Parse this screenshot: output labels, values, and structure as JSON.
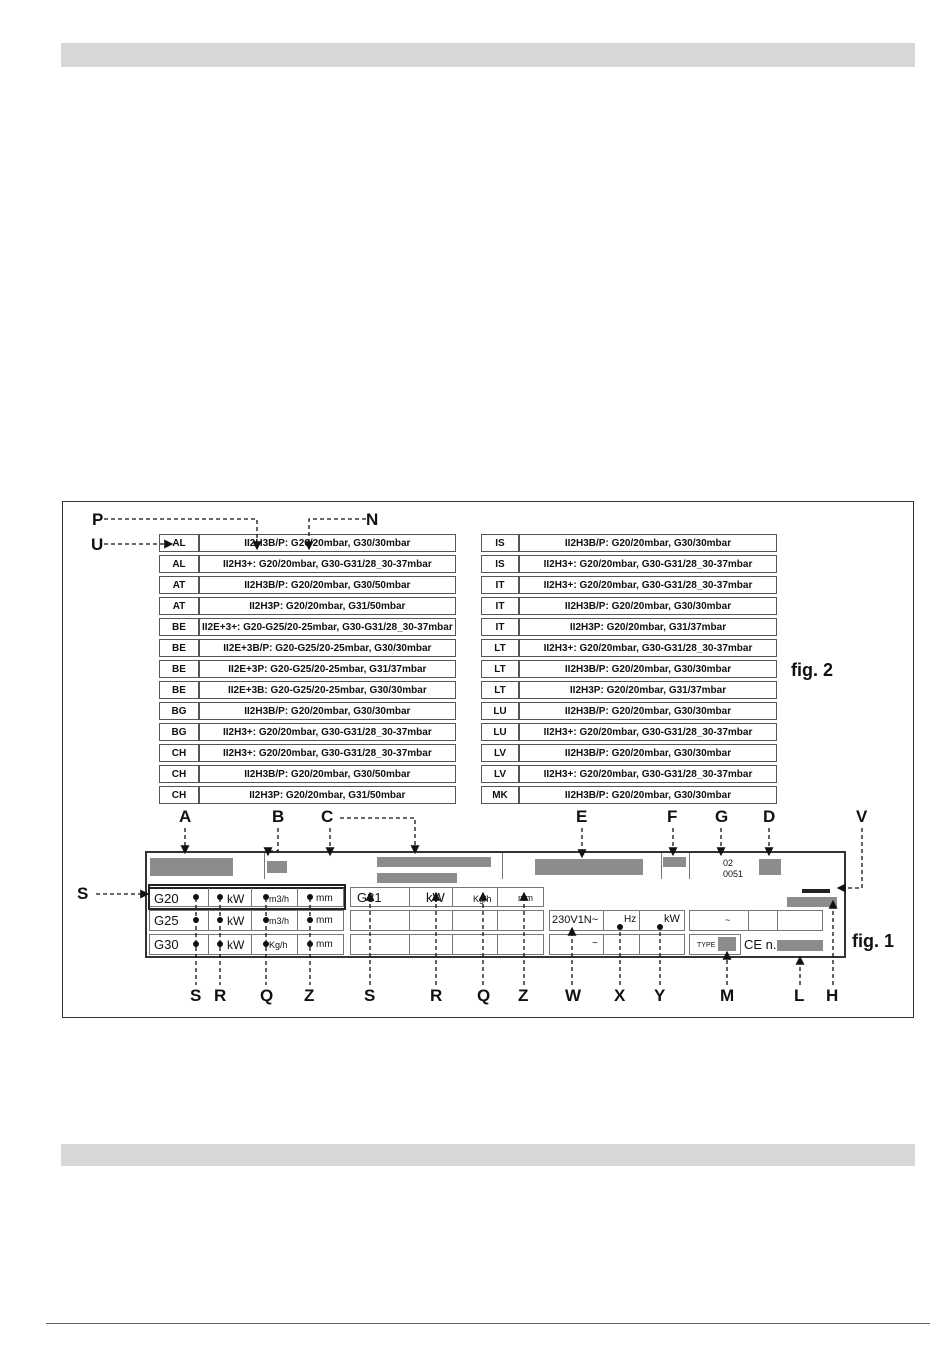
{
  "fig2": {
    "label": "fig. 2",
    "letters": {
      "P": "P",
      "N": "N",
      "U": "U"
    },
    "left_rows": [
      {
        "country": "AL",
        "gas": "II2H3B/P: G20/20mbar, G30/30mbar"
      },
      {
        "country": "AL",
        "gas": "II2H3+: G20/20mbar, G30-G31/28_30-37mbar"
      },
      {
        "country": "AT",
        "gas": "II2H3B/P: G20/20mbar, G30/50mbar"
      },
      {
        "country": "AT",
        "gas": "II2H3P:  G20/20mbar, G31/50mbar"
      },
      {
        "country": "BE",
        "gas": "II2E+3+: G20-G25/20-25mbar, G30-G31/28_30-37mbar"
      },
      {
        "country": "BE",
        "gas": "II2E+3B/P:  G20-G25/20-25mbar, G30/30mbar"
      },
      {
        "country": "BE",
        "gas": "II2E+3P: G20-G25/20-25mbar, G31/37mbar"
      },
      {
        "country": "BE",
        "gas": "II2E+3B: G20-G25/20-25mbar, G30/30mbar"
      },
      {
        "country": "BG",
        "gas": "II2H3B/P: G20/20mbar, G30/30mbar"
      },
      {
        "country": "BG",
        "gas": "II2H3+: G20/20mbar, G30-G31/28_30-37mbar"
      },
      {
        "country": "CH",
        "gas": "II2H3+: G20/20mbar, G30-G31/28_30-37mbar"
      },
      {
        "country": "CH",
        "gas": "II2H3B/P: G20/20mbar, G30/50mbar"
      },
      {
        "country": "CH",
        "gas": "II2H3P: G20/20mbar, G31/50mbar"
      }
    ],
    "right_rows": [
      {
        "country": "IS",
        "gas": "II2H3B/P: G20/20mbar, G30/30mbar"
      },
      {
        "country": "IS",
        "gas": "II2H3+: G20/20mbar, G30-G31/28_30-37mbar"
      },
      {
        "country": "IT",
        "gas": "II2H3+: G20/20mbar, G30-G31/28_30-37mbar"
      },
      {
        "country": "IT",
        "gas": "II2H3B/P: G20/20mbar, G30/30mbar"
      },
      {
        "country": "IT",
        "gas": "II2H3P: G20/20mbar, G31/37mbar"
      },
      {
        "country": "LT",
        "gas": "II2H3+: G20/20mbar, G30-G31/28_30-37mbar"
      },
      {
        "country": "LT",
        "gas": "II2H3B/P: G20/20mbar, G30/30mbar"
      },
      {
        "country": "LT",
        "gas": "II2H3P: G20/20mbar, G31/37mbar"
      },
      {
        "country": "LU",
        "gas": "II2H3B/P: G20/20mbar, G30/30mbar"
      },
      {
        "country": "LU",
        "gas": "II2H3+: G20/20mbar, G30-G31/28_30-37mbar"
      },
      {
        "country": "LV",
        "gas": "II2H3B/P: G20/20mbar, G30/30mbar"
      },
      {
        "country": "LV",
        "gas": "II2H3+: G20/20mbar, G30-G31/28_30-37mbar"
      },
      {
        "country": "MK",
        "gas": "II2H3B/P: G20/20mbar, G30/30mbar"
      }
    ]
  },
  "fig1": {
    "label": "fig. 1",
    "top_letters": [
      "A",
      "B",
      "C",
      "E",
      "F",
      "G",
      "D",
      "V"
    ],
    "left_letter": "S",
    "bottom_letters": [
      "S",
      "R",
      "Q",
      "Z",
      "S",
      "R",
      "Q",
      "Z",
      "W",
      "X",
      "Y",
      "M",
      "L",
      "H"
    ],
    "g_value_1": "02",
    "g_value_2": "0051",
    "rows": [
      {
        "gas": "G20",
        "power": "kW",
        "flow": "m3/h",
        "pressure": "mm"
      },
      {
        "gas": "G25",
        "power": "kW",
        "flow": "m3/h",
        "pressure": "mm"
      },
      {
        "gas": "G30",
        "power": "kW",
        "flow": "Kg/h",
        "pressure": "mm"
      }
    ],
    "g31": {
      "gas": "G31",
      "power": "kW",
      "flow": "Kg/h",
      "pressure": "mm"
    },
    "voltage": "230V1N~",
    "hz": "Hz",
    "kw": "kW",
    "tilde1": "~",
    "tilde2": "~",
    "type": "TYPE",
    "ce": "CE n."
  }
}
